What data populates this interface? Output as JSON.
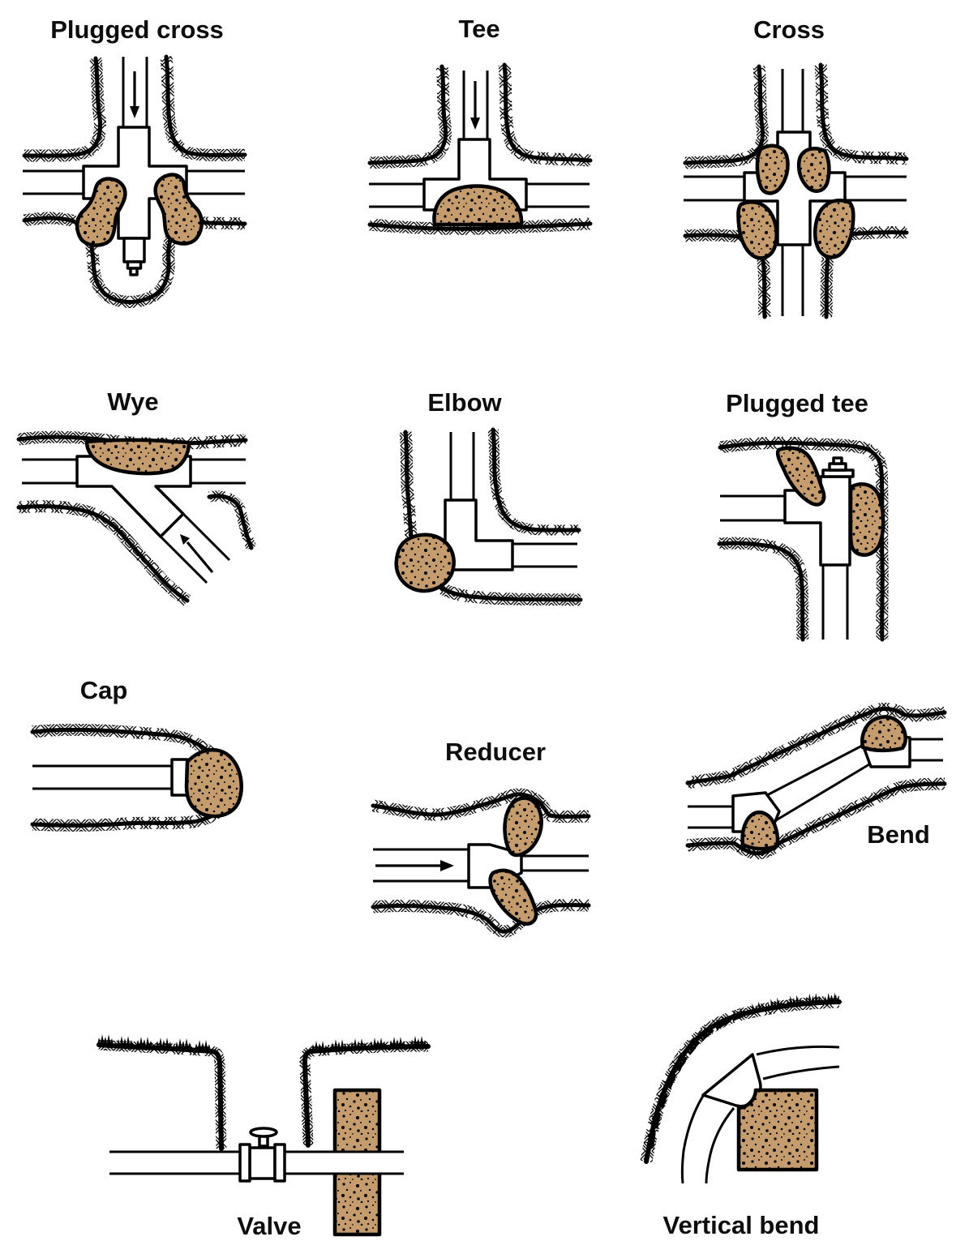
{
  "sheet": {
    "background": "#ffffff"
  },
  "colors": {
    "thrust_block_fill": "#C59C6D",
    "line": "#000000"
  },
  "diagrams": [
    {
      "id": "plugged-cross",
      "label": "Plugged cross"
    },
    {
      "id": "tee",
      "label": "Tee"
    },
    {
      "id": "cross",
      "label": "Cross"
    },
    {
      "id": "wye",
      "label": "Wye"
    },
    {
      "id": "elbow",
      "label": "Elbow"
    },
    {
      "id": "plugged-tee",
      "label": "Plugged tee"
    },
    {
      "id": "cap",
      "label": "Cap"
    },
    {
      "id": "reducer",
      "label": "Reducer"
    },
    {
      "id": "bend",
      "label": "Bend"
    },
    {
      "id": "valve",
      "label": "Valve"
    },
    {
      "id": "vertical-bend",
      "label": "Vertical bend"
    }
  ]
}
